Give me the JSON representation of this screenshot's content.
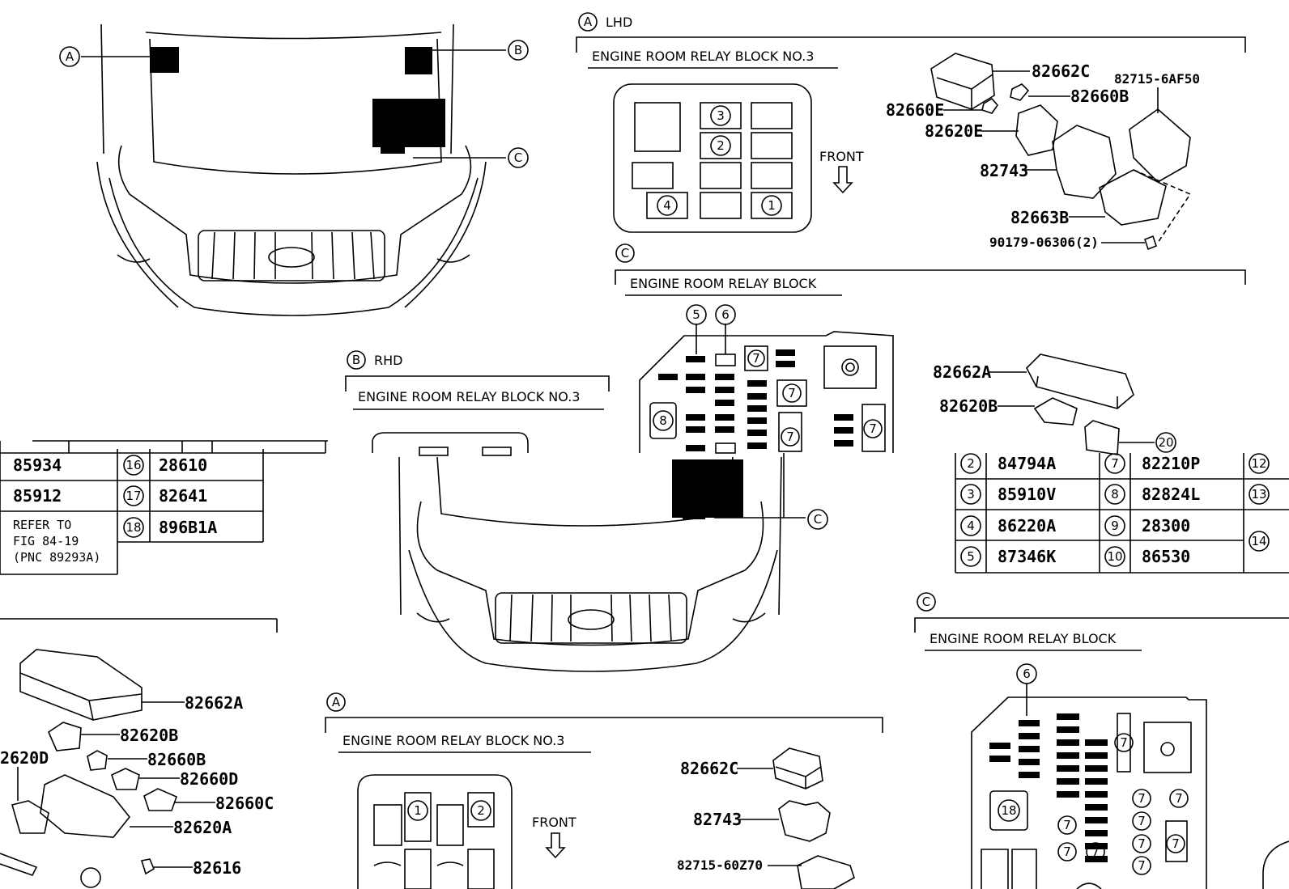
{
  "letters": {
    "a": "A",
    "b": "B",
    "c": "C"
  },
  "labels": {
    "lhd": "LHD",
    "rhd": "RHD",
    "front": "FRONT",
    "block3": "ENGINE ROOM RELAY BLOCK NO.3",
    "block": "ENGINE ROOM RELAY BLOCK",
    "refer": [
      "REFER TO",
      "FIG 84-19",
      "(PNC 89293A)"
    ]
  },
  "slots": [
    "1",
    "2",
    "3",
    "4",
    "5",
    "6",
    "7",
    "8",
    "18"
  ],
  "parts_lhd": [
    "82662C",
    "82660B",
    "82715-6AF50",
    "82660E",
    "82620E",
    "82743",
    "82663B",
    "90179-06306(2)"
  ],
  "parts_c_top": [
    "82662A",
    "82620B",
    "20"
  ],
  "parts_lower_left": [
    "82662A",
    "82620B",
    "82660B",
    "82660D",
    "82660C",
    "82620A",
    "82616",
    "2620D"
  ],
  "parts_lower_mid": [
    "82662C",
    "82743",
    "82715-60Z70"
  ],
  "table_left": [
    {
      "pnc": "85934",
      "no": "16",
      "pnc2": "28610"
    },
    {
      "pnc": "85912",
      "no": "17",
      "pnc2": "82641"
    },
    {
      "pnc": "",
      "no": "18",
      "pnc2": "896B1A"
    }
  ],
  "table_right": [
    {
      "no": "2",
      "pnc": "84794A",
      "no2": "7",
      "pnc2": "82210P",
      "no3": "12"
    },
    {
      "no": "3",
      "pnc": "85910V",
      "no2": "8",
      "pnc2": "82824L",
      "no3": "13"
    },
    {
      "no": "4",
      "pnc": "86220A",
      "no2": "9",
      "pnc2": "28300",
      "no3": "14"
    },
    {
      "no": "5",
      "pnc": "87346K",
      "no2": "10",
      "pnc2": "86530",
      "no3": ""
    }
  ],
  "colors": {
    "ink": "#000000",
    "paper": "#ffffff"
  }
}
